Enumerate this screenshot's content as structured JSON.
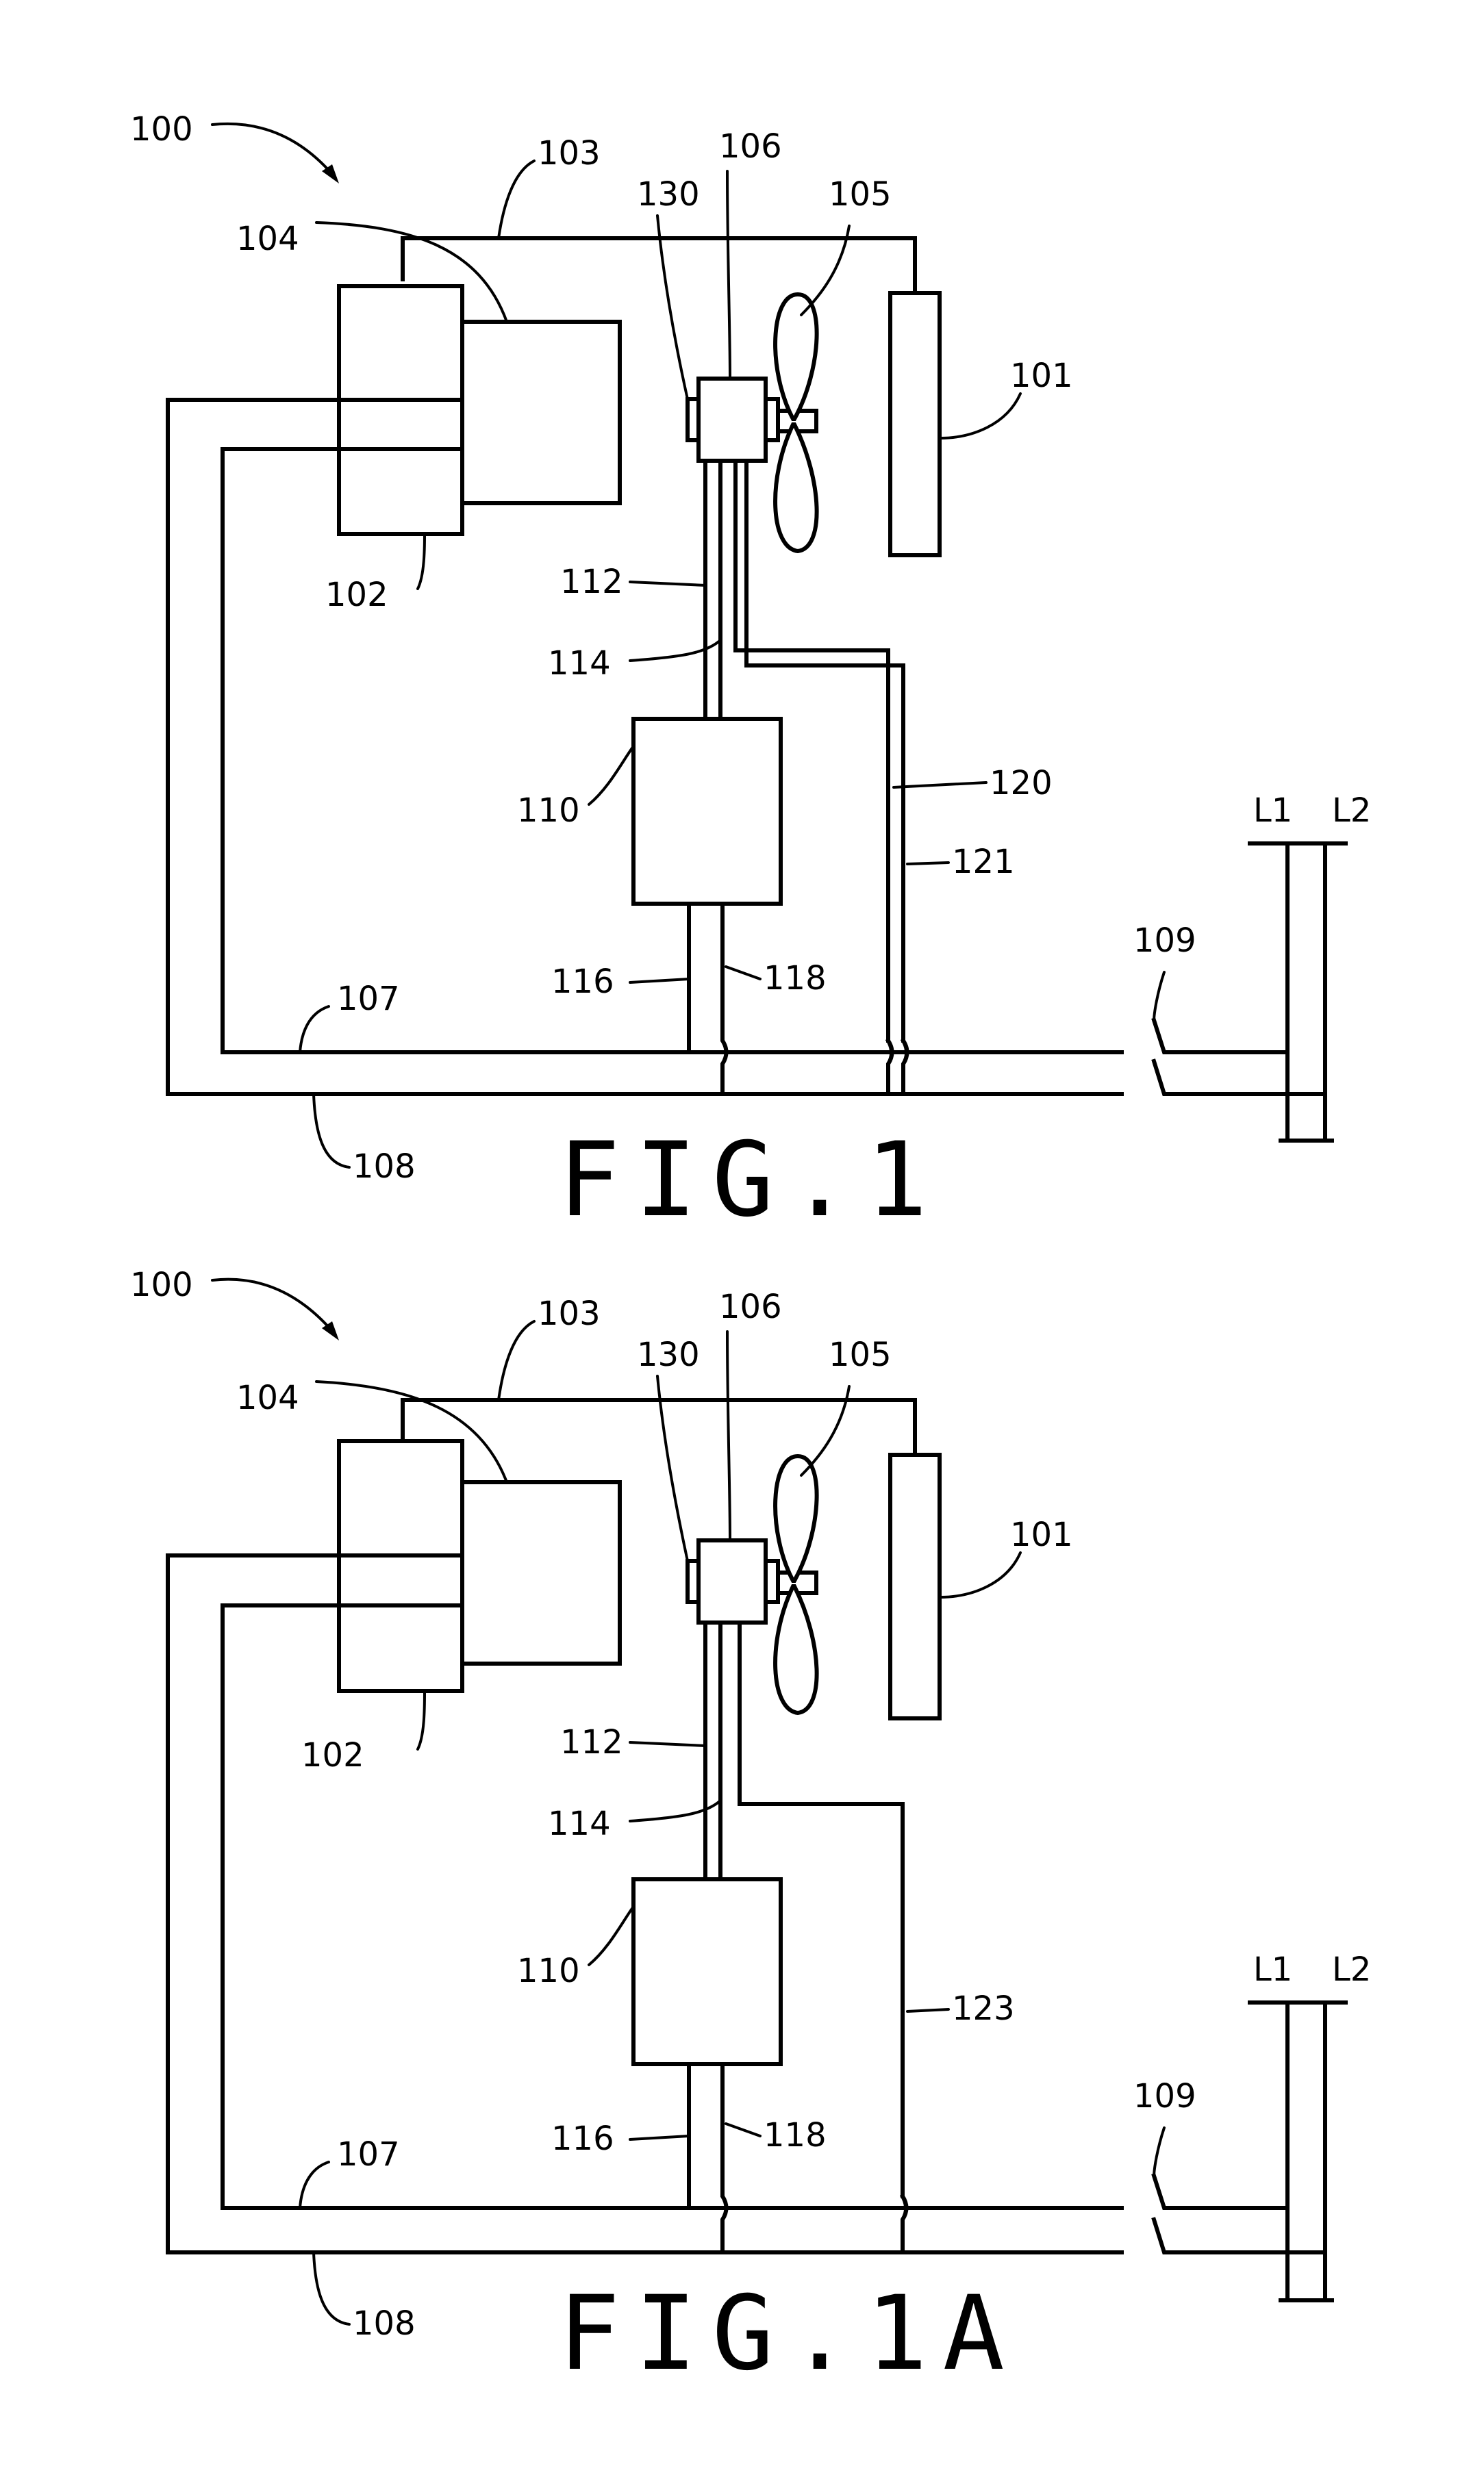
{
  "figures": [
    {
      "id": "fig1",
      "caption": "FIG.1",
      "labels": {
        "system": "100",
        "line_103": "103",
        "fan_motor": "106",
        "fan": "105",
        "relay": "130",
        "load_104": "104",
        "condenser": "101",
        "compressor": "102",
        "wire_112": "112",
        "wire_114": "114",
        "controller": "110",
        "wire_120": "120",
        "wire_121": "121",
        "wire_116": "116",
        "wire_118": "118",
        "wire_107": "107",
        "wire_108": "108",
        "switch": "109",
        "line_l1": "L1",
        "line_l2": "L2"
      }
    },
    {
      "id": "fig1a",
      "caption": "FIG.1A",
      "labels": {
        "system": "100",
        "line_103": "103",
        "fan_motor": "106",
        "fan": "105",
        "relay": "130",
        "load_104": "104",
        "condenser": "101",
        "compressor": "102",
        "wire_112": "112",
        "wire_114": "114",
        "controller": "110",
        "wire_123": "123",
        "wire_116": "116",
        "wire_118": "118",
        "wire_107": "107",
        "wire_108": "108",
        "switch": "109",
        "line_l1": "L1",
        "line_l2": "L2"
      }
    }
  ]
}
